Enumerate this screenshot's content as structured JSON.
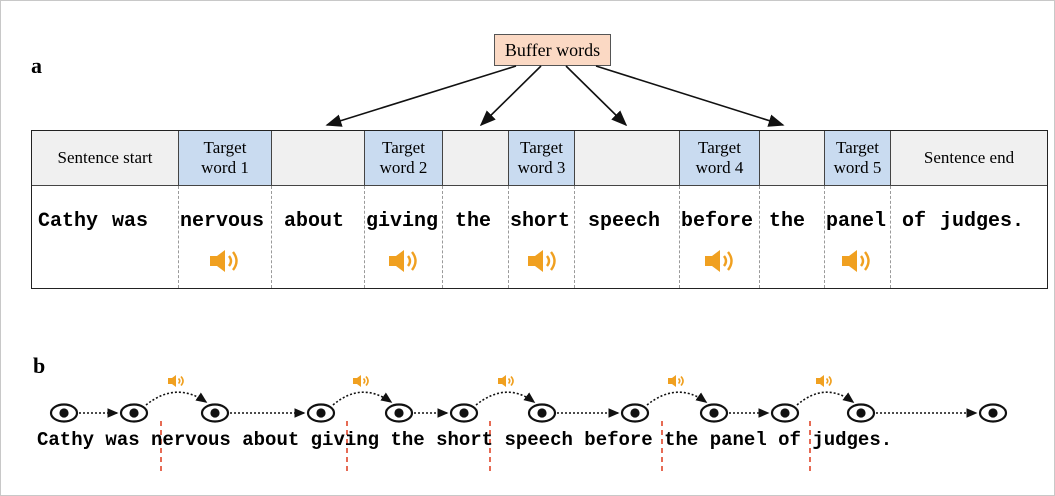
{
  "panel_a_label": "a",
  "panel_b_label": "b",
  "buffer_label": "Buffer words",
  "header": {
    "start": "Sentence start",
    "end": "Sentence end",
    "targets": [
      {
        "line1": "Target",
        "line2": "word 1"
      },
      {
        "line1": "Target",
        "line2": "word 2"
      },
      {
        "line1": "Target",
        "line2": "word 3"
      },
      {
        "line1": "Target",
        "line2": "word 4"
      },
      {
        "line1": "Target",
        "line2": "word 5"
      }
    ]
  },
  "sentence_words": [
    "Cathy",
    "was",
    "nervous",
    "about",
    "giving",
    "the",
    "short",
    "speech",
    "before",
    "the",
    "panel",
    "of",
    "judges."
  ],
  "sentence_b": "Cathy was nervous about giving the short speech before the panel of judges.",
  "colors": {
    "target_fill": "#c9dbf0",
    "other_fill": "#f0f0f0",
    "buffer_fill": "#fbd9c4",
    "audio": "#f0a020",
    "boundary": "#e0462a"
  },
  "icons": {
    "audio": "speaker-icon",
    "gaze": "eye-icon"
  }
}
